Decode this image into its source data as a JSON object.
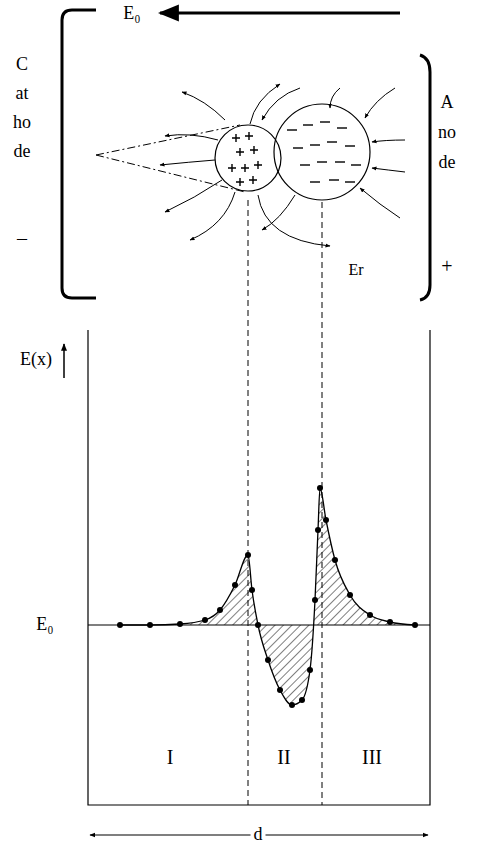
{
  "diagram": {
    "labels": [
      "E₀",
      "Cathode",
      "–",
      "Anode",
      "+",
      "Er",
      "E(x)",
      "E₀",
      "I",
      "II",
      "III",
      "d"
    ]
  }
}
